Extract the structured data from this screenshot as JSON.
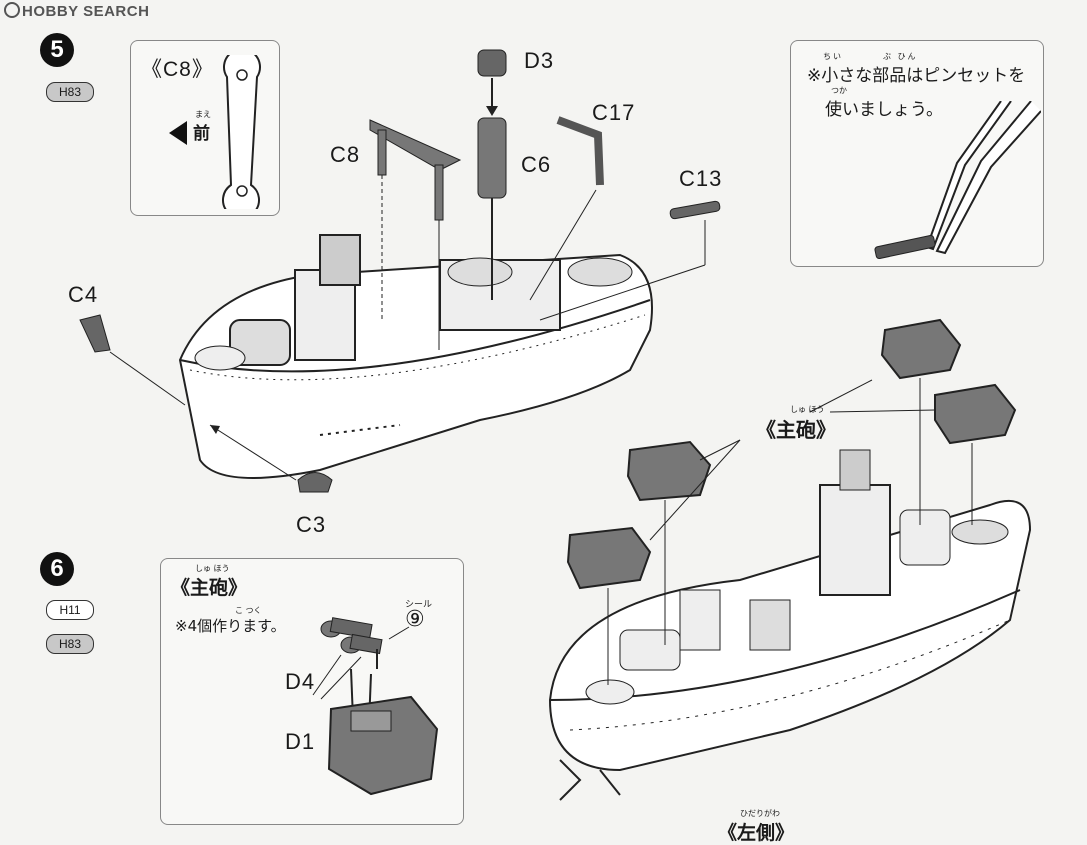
{
  "watermark": "HOBBY SEARCH",
  "step5": {
    "number": "5",
    "badge": "H83",
    "inset_title": "《C8》",
    "inset_front": "前",
    "inset_front_ruby": "まえ",
    "labels": {
      "d3": "D3",
      "c17": "C17",
      "c8": "C8",
      "c6": "C6",
      "c13": "C13",
      "c4": "C4",
      "c3": "C3"
    },
    "tip_line1": "※小さな部品はピンセットを",
    "tip_line2": "使いましょう。",
    "tip_ruby1": "ちい　　　　ぶ ひん",
    "tip_ruby2": "つか"
  },
  "step6": {
    "number": "6",
    "badge1": "H11",
    "badge2": "H83",
    "inset_title": "《主砲》",
    "inset_title_ruby": "しゅ ほう",
    "inset_note": "※4個作ります。",
    "inset_note_ruby": "こ つく",
    "seal_label": "シール",
    "seal_number": "⑨",
    "labels": {
      "d4": "D4",
      "d1": "D1"
    },
    "main_gun_label": "《主砲》",
    "main_gun_ruby": "しゅ ほう",
    "left_side_label": "《左側》",
    "left_side_ruby": "ひだりがわ"
  }
}
